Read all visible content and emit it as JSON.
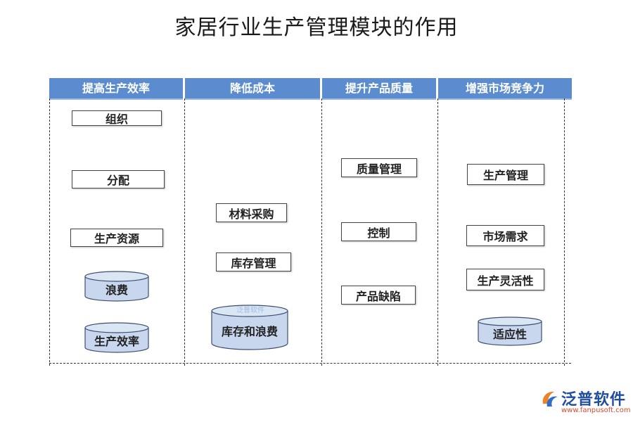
{
  "title": "家居行业生产管理模块的作用",
  "columns": [
    {
      "header": "提高生产效率",
      "boxes": [
        "组织",
        "分配",
        "生产资源"
      ],
      "cylinders": [
        "浪费",
        "生产效率"
      ]
    },
    {
      "header": "降低成本",
      "boxes": [
        "材料采购",
        "库存管理"
      ],
      "cylinders": [
        "库存和浪费"
      ]
    },
    {
      "header": "提升产品质量",
      "boxes": [
        "质量管理",
        "控制",
        "产品缺陷"
      ],
      "cylinders": []
    },
    {
      "header": "增强市场竞争力",
      "boxes": [
        "生产管理",
        "市场需求",
        "生产灵活性"
      ],
      "cylinders": [
        "适应性"
      ]
    }
  ],
  "logo": {
    "name": "泛普软件",
    "url": "www.fanpusoft.com",
    "watermark": "泛普软件"
  },
  "colors": {
    "header_bg": "#5b8ccf",
    "cylinder_fill": "#c8d7ee",
    "cylinder_stroke": "#3d4f6e",
    "logo_blue": "#1f4e9e",
    "logo_orange": "#e8842a"
  }
}
